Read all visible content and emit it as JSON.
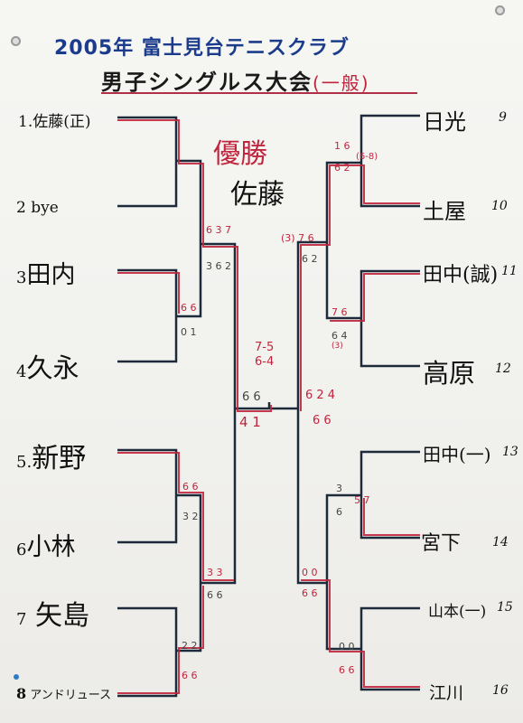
{
  "title_year": "2005年 富士見台テニスクラブ",
  "title_event": "男子シングルス大会",
  "title_category": "(一般)",
  "winner_label": "優勝",
  "winner_name": "佐藤",
  "players_left": [
    {
      "num": "1.",
      "name": "佐藤(正)"
    },
    {
      "num": "2",
      "name": "bye"
    },
    {
      "num": "3",
      "name": "田内"
    },
    {
      "num": "4",
      "name": "久永"
    },
    {
      "num": "5.",
      "name": "新野"
    },
    {
      "num": "6",
      "name": "小林"
    },
    {
      "num": "7",
      "name": "矢島"
    },
    {
      "num": "8",
      "name": "アンドリュース"
    }
  ],
  "players_right": [
    {
      "num": "9",
      "name": "日光"
    },
    {
      "num": "10",
      "name": "土屋"
    },
    {
      "num": "11",
      "name": "田中(誠)"
    },
    {
      "num": "12",
      "name": "高原"
    },
    {
      "num": "13",
      "name": "田中(一)"
    },
    {
      "num": "14",
      "name": "宮下"
    },
    {
      "num": "15",
      "name": "山本(一)"
    },
    {
      "num": "16",
      "name": "江川"
    }
  ],
  "scores": {
    "r1_3v4_top": "6 6",
    "r1_3v4_bot": "0 1",
    "r1_5v6_top": "6 6",
    "r1_5v6_bot": "3 2",
    "r1_7v8_top": "2 2",
    "r1_7v8_bot": "6 6",
    "r1_9v10_top": "1 6",
    "r1_9v10_bot": "6 2",
    "r1_9v10_tb": "(6-8)",
    "r1_13v14_top": "3",
    "r1_13v14_bot": "6",
    "r1_13v14_set3": "5 7",
    "r1_15v16_top": "0 0",
    "r1_15v16_bot": "6 6",
    "sf_left_top_top": "6 3 7",
    "sf_left_top_bot": "3 6 2",
    "sf_left_bot_top": "3 3",
    "sf_left_bot_bot": "6 6",
    "sf_right_top_top": "7 6",
    "sf_right_top_bot": "6 4",
    "sf_right_top_tb": "(3)",
    "sf_right_bot_top": "0 0",
    "sf_right_bot_bot": "6 6",
    "final_left_top": "(3) 7 6",
    "final_left_bot": "6 2",
    "champ_top": "6 6",
    "champ_bot": "4 1",
    "champ_center": "7-5\n6-4",
    "champ_right_top": "6 2 4",
    "champ_right_bot": "6 6"
  },
  "colors": {
    "ink": "#1a1a1a",
    "red": "#c1253d",
    "blue": "#1b3c8c"
  }
}
